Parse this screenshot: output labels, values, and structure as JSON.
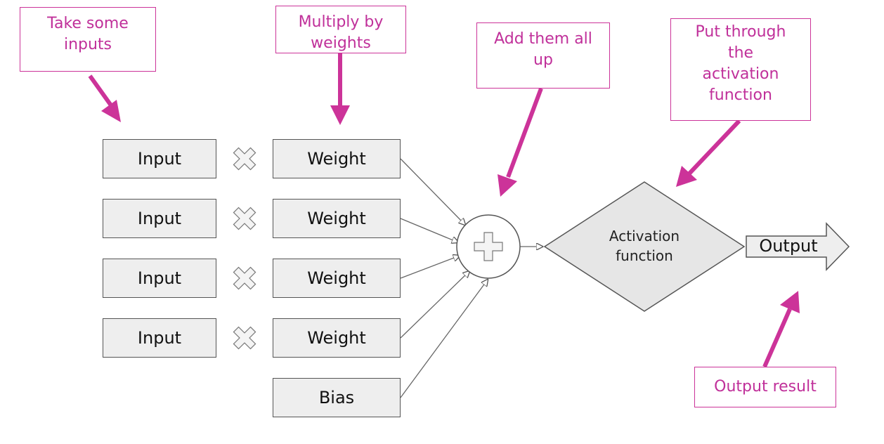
{
  "annotations": {
    "inputs": "Take some\ninputs",
    "weights": "Multiply by\nweights",
    "sum": "Add them all\nup",
    "activation": "Put through\nthe\nactivation\nfunction",
    "output": "Output result"
  },
  "inputs": [
    "Input",
    "Input",
    "Input",
    "Input"
  ],
  "weights": [
    "Weight",
    "Weight",
    "Weight",
    "Weight"
  ],
  "bias": "Bias",
  "activation": "Activation\nfunction",
  "output": "Output",
  "colors": {
    "accent": "#cc3399",
    "box_fill": "#eeeeee",
    "box_border": "#555555",
    "diamond_fill": "#e6e6e6"
  },
  "icons": {
    "multiply": "multiply-icon",
    "sum": "plus-icon"
  }
}
